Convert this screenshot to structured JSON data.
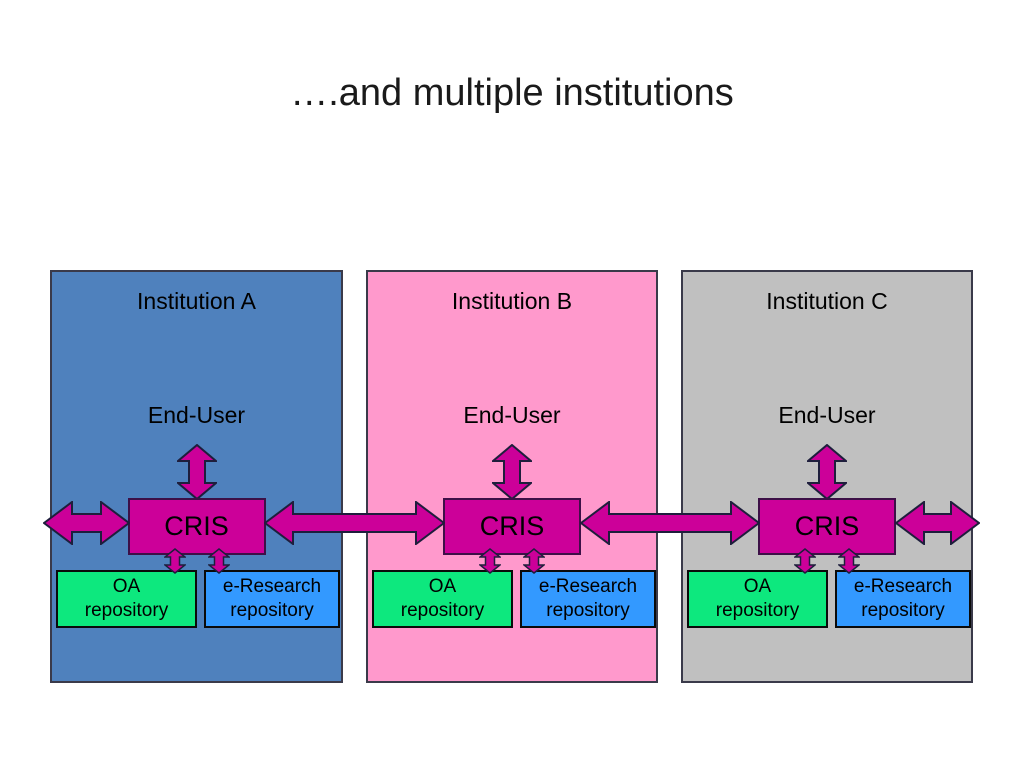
{
  "title": "….and multiple institutions",
  "colors": {
    "panel_a": "#4F81BD",
    "panel_b": "#FF99CC",
    "panel_c": "#C0C0C0",
    "cris_fill": "#CC0099",
    "arrow_fill": "#CC0099",
    "outline": "#1E1E3C",
    "oa_repository_fill": "#0DE87E",
    "eresearch_repository_fill": "#3399FF"
  },
  "institutions": [
    {
      "name": "Institution A",
      "end_user": "End-User",
      "cris": "CRIS",
      "oa_repository": "OA repository",
      "eresearch_repository": "e-Research repository"
    },
    {
      "name": "Institution B",
      "end_user": "End-User",
      "cris": "CRIS",
      "oa_repository": "OA repository",
      "eresearch_repository": "e-Research repository"
    },
    {
      "name": "Institution C",
      "end_user": "End-User",
      "cris": "CRIS",
      "oa_repository": "OA repository",
      "eresearch_repository": "e-Research repository"
    }
  ],
  "connections": {
    "end_user_to_cris": "bidirectional arrow",
    "cris_to_each_repository": "bidirectional arrow",
    "cris_to_cris_between_institutions": "bidirectional arrow",
    "cris_to_outside_left_and_right": "bidirectional arrow"
  }
}
